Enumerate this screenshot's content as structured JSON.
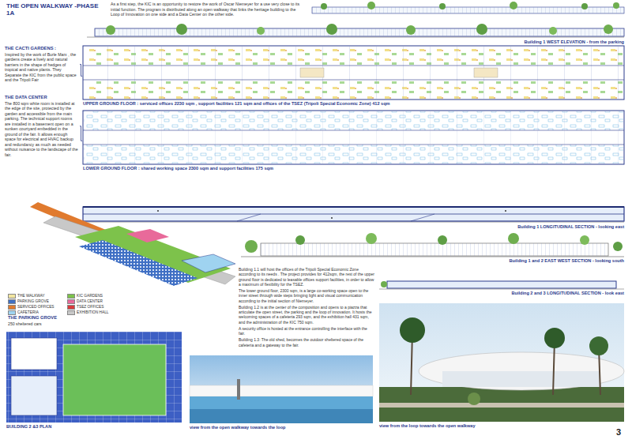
{
  "diagram": {
    "title": "THE OPEN WALKWAY -PHASE 1A",
    "nodes": [
      {
        "text": [
          "Building 1 WEST ELEVATION - from the parking"
        ]
      },
      {
        "text": [
          "THE CACTI GARDENS :",
          "Inspired by the work of Burle Marx , the gardens create a lively and natural barriers in the shape of hedges of tropical and native plants. They Separate the KIC from the public space and the Tripoli Fair"
        ]
      },
      {
        "text": [
          "UPPER GROUND FLOOR : serviced offices 2230 sqm , support facilities 121 sqm and offices of the TSEZ (Tripoli Special Economic Zone) 412 sqm"
        ]
      },
      {
        "text": [
          "THE DATA CENTER",
          "The 800 sqm white room is installed at the edge of the site, protected by the garden and accessible from the main parking. The technical support rooms are installed in a basement open on a sunken courtyard embedded in the ground of the fair. It allows enough space for electrical and HVAC backup and redundancy as much as needed without nuisance to the landscape of the fair."
        ]
      },
      {
        "text": [
          "LOWER GROUND FLOOR : shared working space 2300 sqm and support facilities 175 sqm"
        ]
      },
      {
        "text": [
          "Building 1 LONGITUDINAL SECTION - looking east"
        ]
      },
      {
        "text": [
          "Building 1 and 2 EAST WEST SECTION - looking south"
        ]
      },
      {
        "text": [
          "Building 2 and 3 LONGITUDINAL SECTION - look east"
        ]
      },
      {
        "text": [
          "BUILDING 2 &3 PLAN"
        ]
      },
      {
        "text": [
          "view from the open walkway towards the loop"
        ]
      },
      {
        "text": [
          "view from the loop towards the open walkway"
        ]
      }
    ],
    "edges": [
      {
        "from": 1,
        "to": 2,
        "arrow": "none"
      },
      {
        "from": 3,
        "to": 4,
        "arrow": "none"
      }
    ],
    "labels": [
      "As a first step, the KIC is an opportunity to restore the work of Oscar Niemeyer for a use very close to its initial function. The program is distributed along an open walkway that links the heritage building to the Loop of Innovation on one side and a Data Center on the other side.",
      "Building 1.1 will host the offices of the Tripoli Special Economic Zone according to its needs . The project provides for 412sqm, the rest of the upper ground floor is dedicated to leasable offices support facilities, in order to allow a maximum of flexibility for the TSEZ.",
      "The lower ground floor, 2300 sqm, is a large co-working space open to the inner street through wide steps bringing light and visual communication according to the initial section of Niemeyer.",
      "Building 1.2 is at the center of the composition and opens to a piazza that articulate the open street, the parking and the loop of innovation. It hosts the welcoming spaces of a cafeteria 293 sqm, and the exhibition hall 431 sqm, and the administration of the KIC 750 sqm.",
      "A security office is hosted at the entrance controlling the interface with the fair.",
      "Building 1.3: The old shed, becomes the outdoor sheltered space of the cafeteria and a gateway to the fair.",
      "THE PARKING GROVE",
      "250 sheltered cars",
      "3"
    ],
    "legend": [
      {
        "text": "THE WALKWAY",
        "color": "#f2e6a0"
      },
      {
        "text": "KIC GARDENS",
        "color": "#7dc24b"
      },
      {
        "text": "PARKING GROVE",
        "color": "#3f6fc4"
      },
      {
        "text": "DATA CENTER",
        "color": "#e86a9a"
      },
      {
        "text": "SERVICED OFFICES",
        "color": "#e07a2e"
      },
      {
        "text": "TSEZ OFFICES",
        "color": "#d93b3b"
      },
      {
        "text": "CAFETERIA",
        "color": "#9fd3f0"
      },
      {
        "text": "EXHIBITION HALL",
        "color": "#c8c8c8"
      }
    ]
  }
}
